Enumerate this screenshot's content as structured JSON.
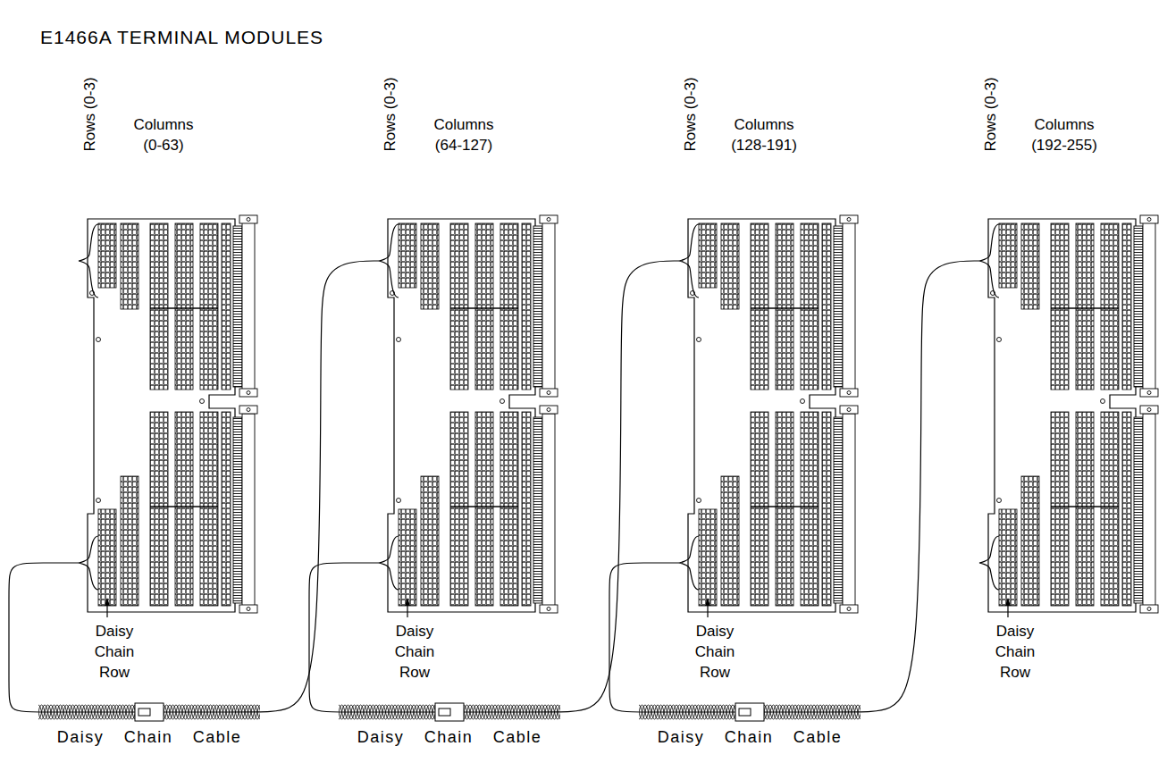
{
  "diagram": {
    "title": "E1466A TERMINAL MODULES",
    "nodes": [
      {
        "text": [
          "Rows (0-3)",
          "Columns (0-63)",
          "Daisy Chain Row"
        ]
      },
      {
        "text": [
          "Rows (0-3)",
          "Columns (64-127)",
          "Daisy Chain Row"
        ]
      },
      {
        "text": [
          "Rows (0-3)",
          "Columns (128-191)",
          "Daisy Chain Row"
        ]
      },
      {
        "text": [
          "Rows (0-3)",
          "Columns (192-255)",
          "Daisy Chain Row"
        ]
      }
    ],
    "edges": [
      {
        "from": 0,
        "to": 1,
        "arrow": "none",
        "label": "Daisy Chain Cable"
      },
      {
        "from": 1,
        "to": 2,
        "arrow": "none",
        "label": "Daisy Chain Cable"
      },
      {
        "from": 2,
        "to": 3,
        "arrow": "none",
        "label": "Daisy Chain Cable"
      }
    ]
  }
}
